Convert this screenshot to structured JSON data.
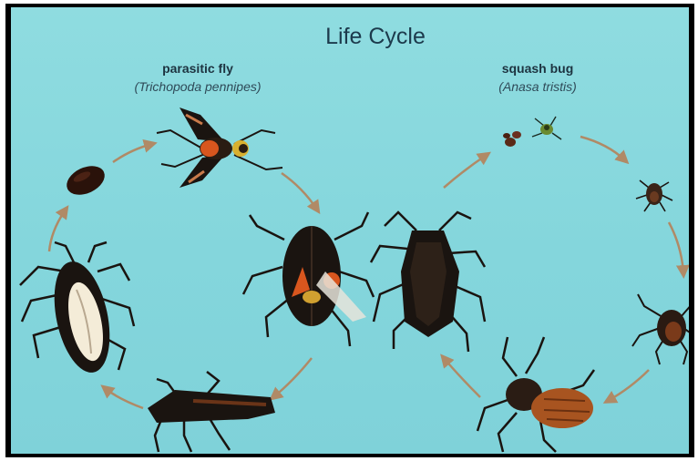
{
  "diagram": {
    "title": "Life Cycle",
    "colors": {
      "background": "#86d8de",
      "arrow": "#b08a66",
      "insect_dark": "#1a1410",
      "fly_orange": "#d8561e",
      "egg_white": "#f4ecd8",
      "nymph_orange": "#c06a2a"
    }
  },
  "parasitic_fly": {
    "name": "parasitic fly",
    "scientific_name": "(Trichopoda pennipes)",
    "stages": [
      "pupa",
      "adult-fly",
      "fly-on-squash-bug",
      "dead-host",
      "host-with-larva"
    ]
  },
  "squash_bug": {
    "name": "squash bug",
    "scientific_name": "(Anasa tristis)",
    "stages": [
      "eggs-and-hatchling",
      "small-nymph",
      "medium-nymph",
      "large-nymph",
      "adult-bug"
    ]
  }
}
